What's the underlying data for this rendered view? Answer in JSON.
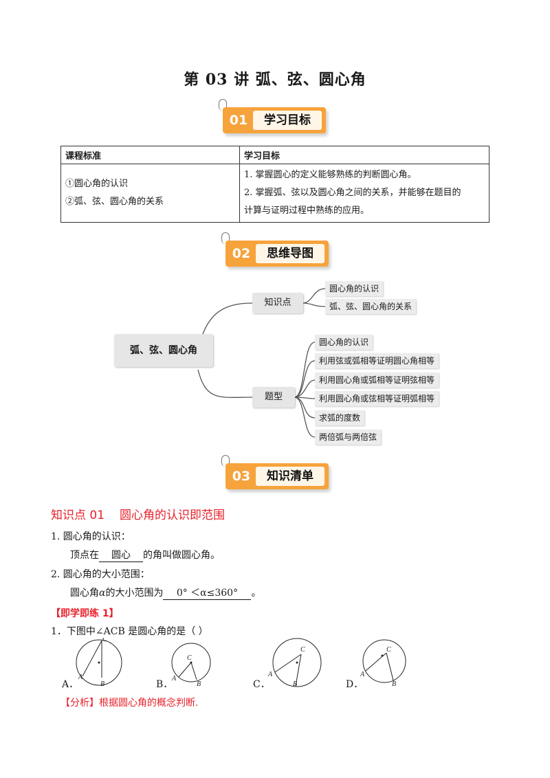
{
  "title": "第 03 讲  弧、弦、圆心角",
  "sections": [
    {
      "num": "01",
      "label": "学习目标"
    },
    {
      "num": "02",
      "label": "思维导图"
    },
    {
      "num": "03",
      "label": "知识清单"
    }
  ],
  "goals_table": {
    "headers": [
      "课程标准",
      "学习目标"
    ],
    "standards": [
      "①圆心角的认识",
      "②弧、弦、圆心角的关系"
    ],
    "objectives": [
      "1. 掌握圆心的定义能够熟练的判断圆心角。",
      "2. 掌握弧、弦以及圆心角之间的关系，并能够在题目的",
      "计算与证明过程中熟练的应用。"
    ]
  },
  "mindmap": {
    "root": "弧、弦、圆心角",
    "branch1": {
      "label": "知识点",
      "items": [
        "圆心角的认识",
        "弧、弦、圆心角的关系"
      ]
    },
    "branch2": {
      "label": "题型",
      "items": [
        "圆心角的认识",
        "利用弦或弧相等证明圆心角相等",
        "利用圆心角或弧相等证明弦相等",
        "利用圆心角或弦相等证明弧相等",
        "求弧的度数",
        "两倍弧与两倍弦"
      ]
    }
  },
  "knowledge": {
    "heading_num": "知识点 01",
    "heading_text": "圆心角的认识即范围",
    "item1_title": "1. 圆心角的认识：",
    "item1_pre": "顶点在",
    "item1_blank": "圆心",
    "item1_post": "的角叫做圆心角。",
    "item2_title": "2.  圆心角的大小范围：",
    "item2_pre": "圆心角",
    "item2_alpha": "α",
    "item2_mid": "的大小范围为",
    "item2_blank": "0°  ＜α≤360°",
    "item2_post": "。"
  },
  "practice": {
    "tag": "【即学即练 1】",
    "question": "1．下图中∠ACB 是圆心角的是（      ）",
    "options": [
      "A．",
      "B．",
      "C．",
      "D．"
    ],
    "point_c": "C",
    "point_a": "A",
    "point_b": "B",
    "analysis_tag": "【分析】",
    "analysis_text": "根据圆心角的概念判断."
  }
}
